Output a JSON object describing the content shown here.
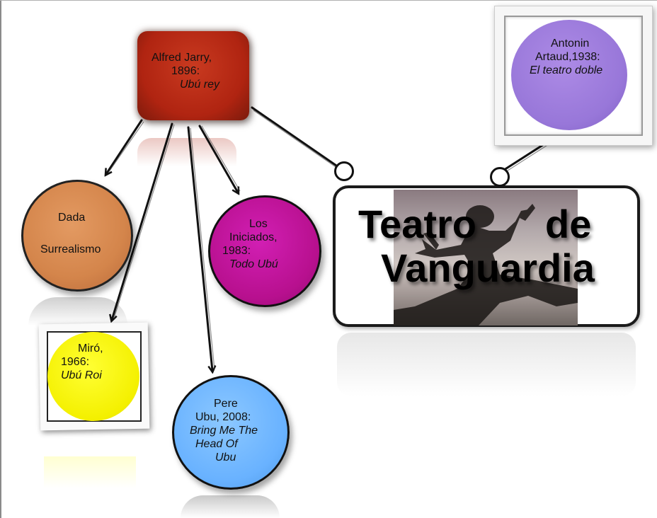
{
  "nodes": {
    "jarry": {
      "lines": [
        "Alfred Jarry,",
        "1896:"
      ],
      "italic": "Ubú rey",
      "color": "#b02411"
    },
    "dada": {
      "line1": "Dada",
      "line2": "Surrealismo",
      "color": "#d4854b"
    },
    "miro": {
      "lines": [
        "Miró,",
        "1966:"
      ],
      "italic": "Ubú Roi",
      "color": "#f4f000"
    },
    "iniciados": {
      "lines": [
        "Los",
        "Iniciados,",
        "1983:"
      ],
      "italic": "Todo Ubú",
      "color": "#b8108f"
    },
    "pere": {
      "lines": [
        "Pere",
        "Ubu, 2008:"
      ],
      "italic_lines": [
        "Bring Me The",
        "Head Of",
        "Ubu"
      ],
      "color": "#69b2ff"
    },
    "artaud": {
      "lines": [
        "Antonin",
        "Artaud,1938:"
      ],
      "italic": "El teatro doble",
      "color": "#9877d9"
    },
    "main": {
      "title_word1": "Teatro",
      "title_word2": "de",
      "title_word3": "Vanguardia"
    }
  },
  "icons": {
    "connector": "ring-connector-icon",
    "arrow": "arrowhead-icon",
    "photo": "dancer-silhouette-photo"
  }
}
